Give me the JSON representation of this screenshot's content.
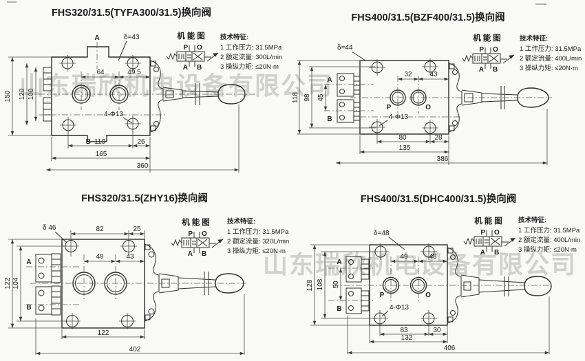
{
  "watermark": {
    "top": "山东瑞欣机电设备有限公司",
    "bottom": "山东瑞欣机电设备有限公司"
  },
  "func": {
    "label": "机能图",
    "p": "P",
    "o": "O",
    "a": "A",
    "b": "B"
  },
  "specs_header": "技术特征:",
  "tl": {
    "title": "FHS320/31.5(TYFA300/31.5)换向阀",
    "delta": "δ=43",
    "spec1": "1 工作压力: 31.5MPa",
    "spec2": "2 额定流量: 300L/min",
    "spec3": "3 操纵力矩: ≤20N·m",
    "label_a": "A",
    "label_b": "B",
    "dim_h_outer": "150",
    "dim_h_mid": "120",
    "dim_h_inner": "100",
    "dim_p1": "64",
    "dim_p2": "49.5",
    "holes": "4-Φ13",
    "dim_b1": "110",
    "dim_b2": "26",
    "dim_b3": "165",
    "dim_b4": "360"
  },
  "tr": {
    "title": "FHS400/31.5(BZF400/31.5)换向阀",
    "delta": "δ=44",
    "spec1": "1 工作压力: 31.5MPa",
    "spec2": "2 额定流量: 400L/min",
    "spec3": "3 操纵力矩: ≤20N·m",
    "label_a": "A",
    "label_b": "B",
    "port_p": "P",
    "port_o": "O",
    "dim_h_outer": "118",
    "dim_h_mid": "98",
    "dim_h_inner": "45",
    "dim_p1": "32",
    "dim_p2": "43",
    "holes": "4-Φ13",
    "dim_b1": "80",
    "dim_b2": "28",
    "dim_b3": "135",
    "dim_b4": "386"
  },
  "bl": {
    "title": "FHS320/31.5(ZHY16)换向阀",
    "delta": "δ 46",
    "spec1": "1 工作压力: 31.5MPa",
    "spec2": "2 额定流量: 320L/min",
    "spec3": "3 操纵力矩: ≤20N·m",
    "label_a": "A",
    "label_b": "B",
    "dim_t1": "82",
    "dim_t2": "25",
    "dim_h_outer": "122",
    "dim_h_mid": "104",
    "dim_p1": "48",
    "dim_p2": "43",
    "dim_b1": "122",
    "dim_b2": "402"
  },
  "br": {
    "title": "FHS400/31.5(DHC400/31.5)换向阀",
    "delta": "δ=48",
    "spec1": "1 工作压力: 31.5MPa",
    "spec2": "2 额定流量: 400L/min",
    "spec3": "3 操纵力矩: ≤20N·m",
    "label_a": "A",
    "label_b": "B",
    "port_p": "P",
    "port_o": "O",
    "dim_h_outer": "128",
    "dim_h_mid": "108",
    "dim_h_inner": "50",
    "dim_p1": "49",
    "dim_p2": "48",
    "holes": "4-Φ13",
    "dim_b1": "83",
    "dim_b2": "30",
    "dim_b3": "132",
    "dim_b4": "406"
  }
}
